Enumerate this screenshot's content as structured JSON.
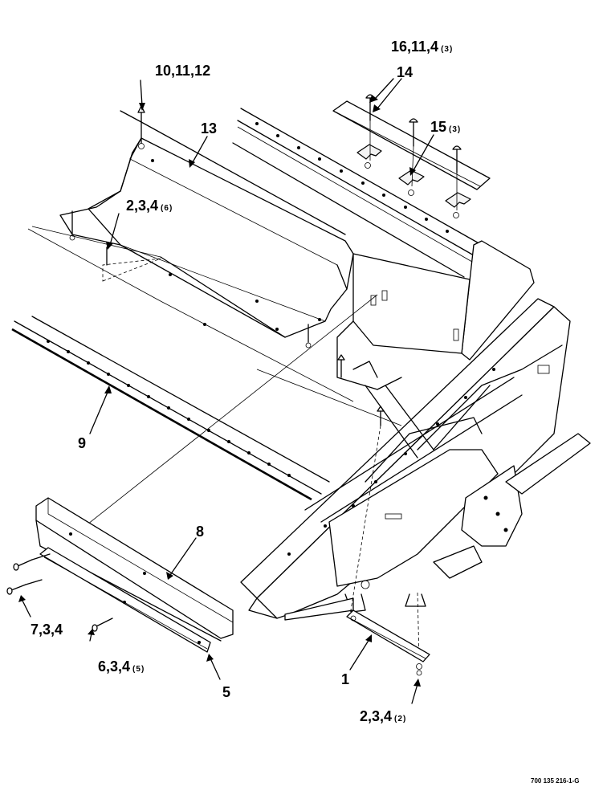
{
  "callouts": [
    {
      "id": "c1",
      "main": "16,11,4",
      "sub": "(3)"
    },
    {
      "id": "c2",
      "main": "14",
      "sub": ""
    },
    {
      "id": "c3",
      "main": "10,11,12",
      "sub": ""
    },
    {
      "id": "c4",
      "main": "13",
      "sub": ""
    },
    {
      "id": "c5",
      "main": "15",
      "sub": "(3)"
    },
    {
      "id": "c6",
      "main": "2,3,4",
      "sub": "(6)"
    },
    {
      "id": "c7",
      "main": "9",
      "sub": ""
    },
    {
      "id": "c8",
      "main": "8",
      "sub": ""
    },
    {
      "id": "c9",
      "main": "7,3,4",
      "sub": ""
    },
    {
      "id": "c10",
      "main": "6,3,4",
      "sub": "(5)"
    },
    {
      "id": "c11",
      "main": "5",
      "sub": ""
    },
    {
      "id": "c12",
      "main": "1",
      "sub": ""
    },
    {
      "id": "c13",
      "main": "2,3,4",
      "sub": "(2)"
    }
  ],
  "drawing_code": "700 135 216-1-G"
}
